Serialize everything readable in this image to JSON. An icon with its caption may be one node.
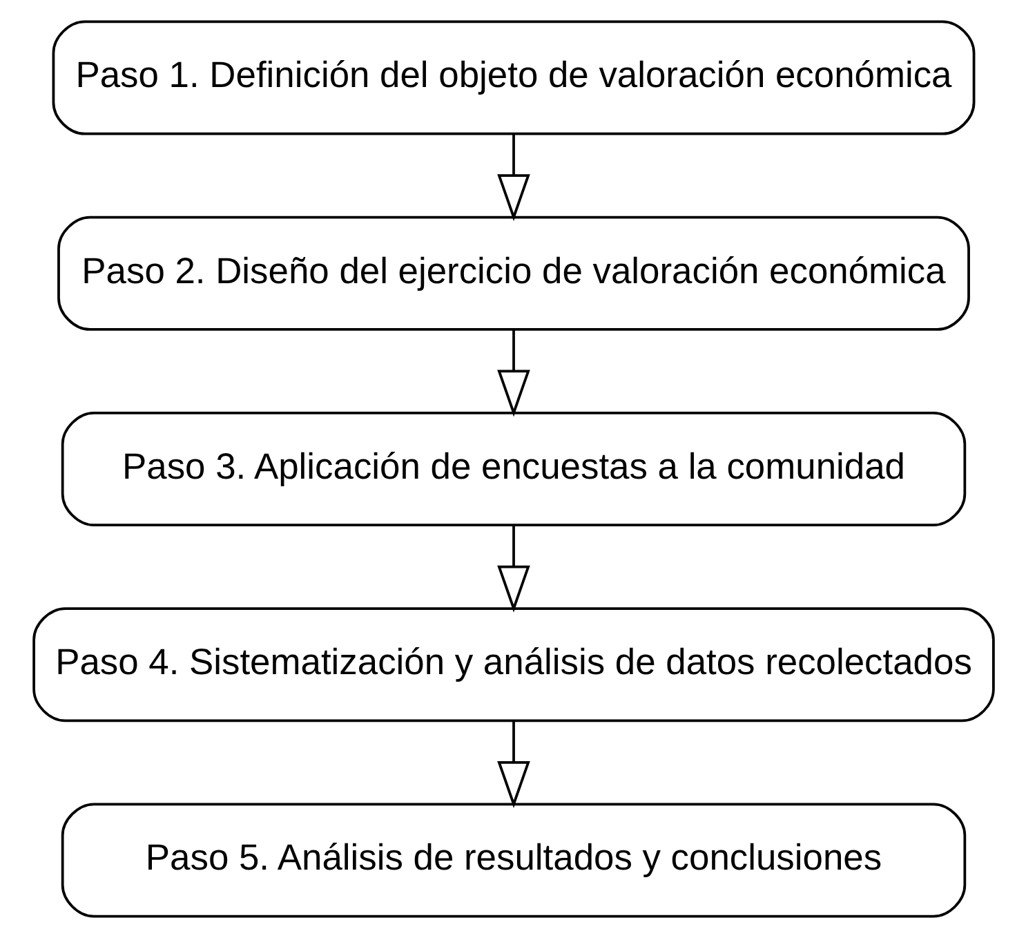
{
  "diagram": {
    "nodes": [
      {
        "text": [
          "Paso 1. Definición del objeto de valoración económica"
        ]
      },
      {
        "text": [
          "Paso 2. Diseño del ejercicio de valoración económica"
        ]
      },
      {
        "text": [
          "Paso 3. Aplicación de encuestas a la comunidad"
        ]
      },
      {
        "text": [
          "Paso 4. Sistematización y análisis de datos recolectados"
        ]
      },
      {
        "text": [
          "Paso 5. Análisis de resultados y conclusiones"
        ]
      }
    ],
    "edges": [
      {
        "from": 0,
        "to": 1,
        "arrow": "to"
      },
      {
        "from": 1,
        "to": 2,
        "arrow": "to"
      },
      {
        "from": 2,
        "to": 3,
        "arrow": "to"
      },
      {
        "from": 3,
        "to": 4,
        "arrow": "to"
      }
    ]
  }
}
